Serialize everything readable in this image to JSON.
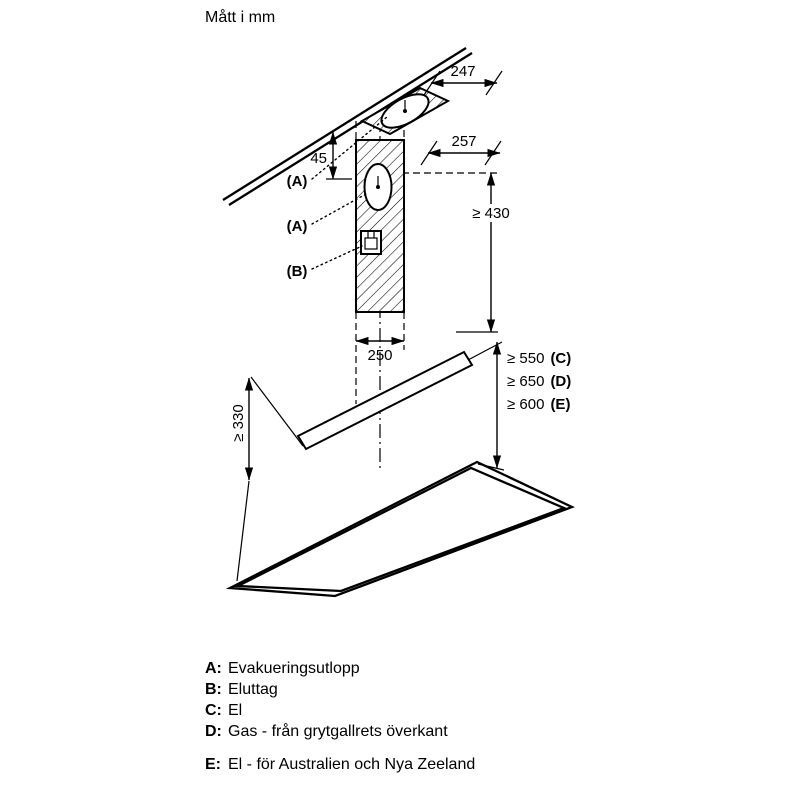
{
  "title": "Mått i mm",
  "dimensions": {
    "top_depth": "247",
    "top_width": "257",
    "ceiling_offset": "45",
    "duct_height": "≥ 430",
    "duct_width": "250",
    "clearance_c": "≥ 550",
    "clearance_c_key": "(C)",
    "clearance_d": "≥ 650",
    "clearance_d_key": "(D)",
    "clearance_e": "≥ 600",
    "clearance_e_key": "(E)",
    "hob_clearance": "≥ 330"
  },
  "callouts": {
    "outlet_top": "(A)",
    "outlet_duct": "(A)",
    "socket": "(B)"
  },
  "legend": {
    "items": [
      {
        "key": "A:",
        "text": "Evakueringsutlopp"
      },
      {
        "key": "B:",
        "text": "Eluttag"
      },
      {
        "key": "C:",
        "text": "El"
      },
      {
        "key": "D:",
        "text": "Gas - från grytgallrets överkant"
      },
      {
        "key": "E:",
        "text": "El - för Australien och Nya Zeeland"
      }
    ]
  }
}
